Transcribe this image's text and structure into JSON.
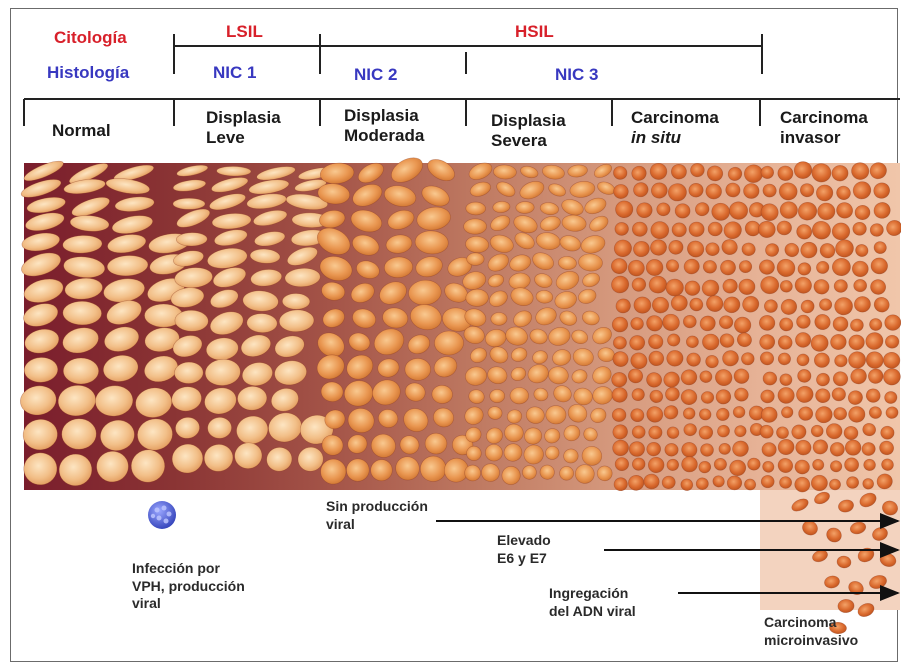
{
  "header": {
    "citologia_label": "Citología",
    "histologia_label": "Histología",
    "lsil": "LSIL",
    "hsil": "HSIL",
    "nic1": "NIC 1",
    "nic2": "NIC 2",
    "nic3": "NIC 3"
  },
  "stages": [
    {
      "line1": "Normal",
      "line2": ""
    },
    {
      "line1": "Displasia",
      "line2": "Leve"
    },
    {
      "line1": "Displasia",
      "line2": "Moderada"
    },
    {
      "line1": "Displasia",
      "line2": "Severa"
    },
    {
      "line1": "Carcinoma",
      "line2": "in situ"
    },
    {
      "line1": "Carcinoma",
      "line2": "invasor"
    }
  ],
  "annotations": {
    "infection_line1": "Infección por",
    "infection_line2": "VPH, producción",
    "infection_line3": "viral",
    "no_production_line1": "Sin producción",
    "no_production_line2": "viral",
    "elevated_line1": "Elevado",
    "elevated_line2": "E6 y E7",
    "integration_line1": "Ingregación",
    "integration_line2": "del ADN viral",
    "microinvasive_line1": "Carcinoma",
    "microinvasive_line2": "microinvasivo"
  },
  "colors": {
    "label_red": "#d8202a",
    "label_blue": "#3838c0",
    "tissue_dark": "#7a2a30",
    "tissue_light": "#ecc0a2",
    "cell_fill_normal": "#f2c290",
    "cell_fill_cancer": "#d8682c",
    "virus": "#4a5ad0"
  }
}
